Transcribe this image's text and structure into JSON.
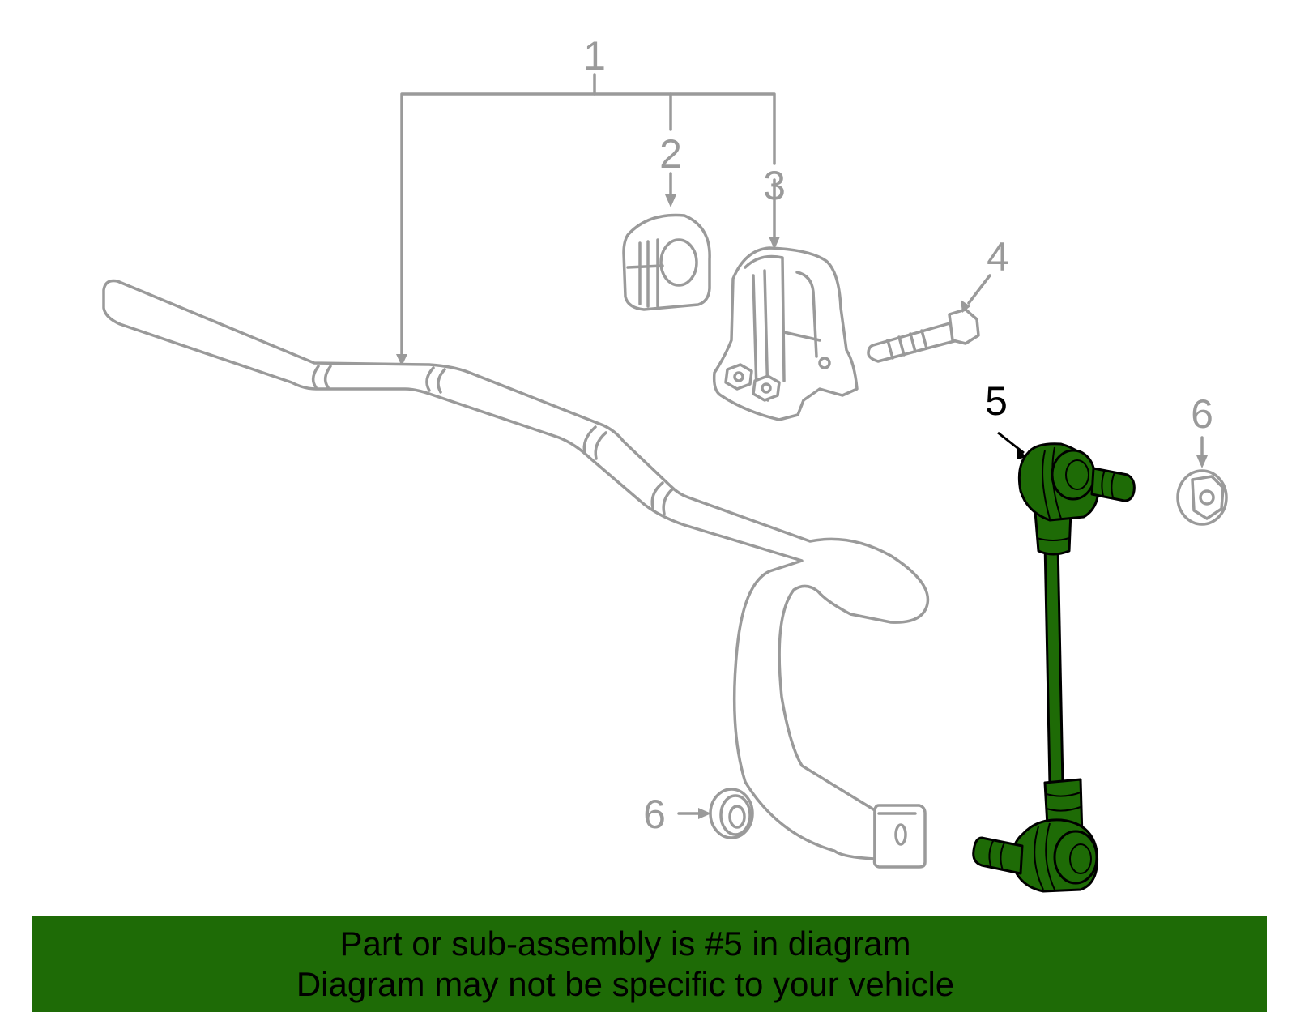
{
  "colors": {
    "highlight": "#1e6b06",
    "part_outline": "#9a9a9a",
    "callout_gray": "#9a9a9a",
    "callout_active": "#000000",
    "banner_bg": "#1e6b06",
    "banner_text": "#000000"
  },
  "callouts": {
    "c1": "1",
    "c2": "2",
    "c3": "3",
    "c4": "4",
    "c5": "5",
    "c6_top": "6",
    "c6_bottom": "6"
  },
  "highlighted_part": "5",
  "banner": {
    "line1": "Part or sub-assembly is #5 in diagram",
    "line2": "Diagram may not be specific to your vehicle"
  }
}
